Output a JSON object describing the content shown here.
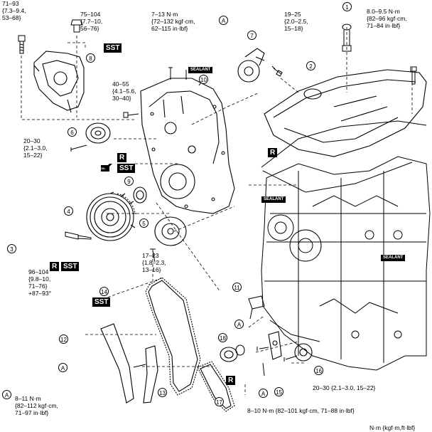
{
  "torques": {
    "t_bolt_top_left": "71–93\n{7.3–9.4,\n53–68}",
    "t_mount_nut": "75–104\n{7.7–10,\n56–76}",
    "t_cover_top": "7–13 N·m\n{72–132 kgf·cm,\n62–115 in·lbf}",
    "t_tensioner_bolt": "19–25\n{2.0–2.5,\n15–18}",
    "t_oil_control": "8.0–9.5 N·m\n{82–96 kgf·cm,\n71–84 in·lbf}",
    "t_cover_mid": "40–55\n{4.1–5.6,\n30–40}",
    "t_idler": "20–30\n{2.1–3.0,\n15–22}",
    "t_pulley_bolt": "96–104\n{9.8–10,\n71–76}\n+87–93°",
    "t_drive_idler": "17–23\n{1.8–2.3,\n13–16}",
    "t_oil_pump_sprocket": "20–30 {2.1–3.0, 15–22}",
    "t_chain_tensioner": "8–10 N·m {82–101 kgf·cm, 71–88 in·lbf}",
    "t_a_legend": "8–11 N·m\n{82–112 kgf·cm,\n71–97 in·lbf}"
  },
  "units_note": "N·m {kgf·m,ft·lbf}",
  "badges": {
    "sst": "SST",
    "r": "R",
    "sealant": "SEALANT",
    "oil": "OIL"
  },
  "callouts": {
    "c1": "1",
    "c2": "2",
    "c3": "3",
    "c4": "4",
    "c5": "5",
    "c6": "6",
    "c7": "7",
    "c8": "8",
    "c9": "9",
    "c10": "10",
    "c11": "11",
    "c12": "12",
    "c13": "13",
    "c14": "14",
    "c15": "15",
    "c16": "16",
    "c17": "17",
    "c18": "18",
    "cA": "A"
  }
}
